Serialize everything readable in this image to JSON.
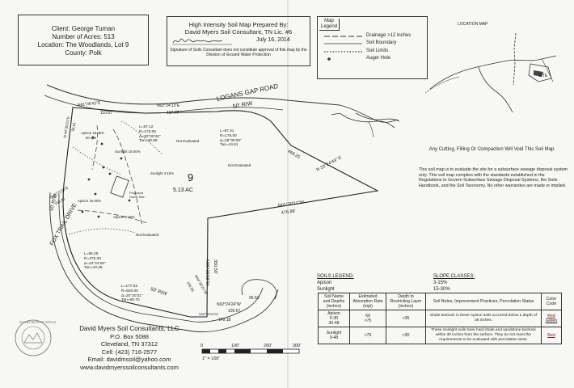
{
  "client_box": {
    "client": "Client: George Tuman",
    "acres": "Number of Acres: 513",
    "location": "Location: The Woodlands, Lot 9",
    "county": "County: Polk"
  },
  "title_box": {
    "line1": "High Intensity Soil Map Prepared By:",
    "line2": "David Myers Soil Consultant, TN Lic. #6",
    "date": "July 16, 2014",
    "disclaimer": "Signature of Soils Consultant does not constitute approval of this map by the Division of Ground Water Protection"
  },
  "map_legend": {
    "heading": "Map Legend",
    "items": [
      {
        "label": "Drainage >12 inches"
      },
      {
        "label": "Soil Boundary"
      },
      {
        "label": "Soil Limits"
      },
      {
        "label": "Auger Hole"
      }
    ]
  },
  "location_map": {
    "title": "LOCATION MAP",
    "site": "SITE"
  },
  "roads": {
    "logans": "LOGANS GAP ROAD",
    "logans_row": "50' R/W",
    "fox_trail": "FOX TRAIL DRIVE",
    "fox_row": "50' R/W",
    "fox_row2": "50' R/W"
  },
  "plat": {
    "lot": "9",
    "acres": "5.13 AC",
    "not_evaluated": [
      "Not Evaluated",
      "Not Evaluated",
      "Not Evaluated"
    ],
    "proposed_home": "Proposed Home Site",
    "bearings": {
      "b1": "N61°06'42\"E",
      "b2": "110.67",
      "b3": "N02°24'13\"E",
      "b4": "137.77",
      "b5": "N 23°24'44\" E",
      "b6": "469.25",
      "b7": "N01°30'11\"W",
      "b8": "476.88'",
      "b9": "N06°25'58\"W",
      "b10": "350.50'",
      "b11": "N02°24'24\"W",
      "b12": "105.67",
      "b13": "149.18",
      "b14": "96.53",
      "b15": "N44°35'21\"W",
      "b16": "106.55",
      "b17": "N 44°35'21\"E",
      "b18": "56.61",
      "b19": "N08°21'05\"E",
      "b20": "153.25",
      "b21": "N06°25'04\"W"
    },
    "curves": {
      "c1": [
        "L=87.12",
        "R=175.00",
        "Δ=20°00'44\"",
        "Tan=30.88"
      ],
      "c2": [
        "L=87.31",
        "R=175.00",
        "Δ=28°35'29\"",
        "Tan=44.61"
      ],
      "c3": [
        "L=86.29",
        "R=475.00",
        "Δ=10°24'29\"",
        "Tan=43.26"
      ],
      "c4": [
        "L=177.52",
        "R=500.00",
        "Δ=20°20'31\"",
        "Tan=89.70"
      ]
    },
    "samples": [
      "Apison 15-30%",
      "60 ape",
      "Sunlight 15-30%",
      "Sunlight 3-15%",
      "Apison 15-30%",
      "Apison 3-15%"
    ]
  },
  "cutting_warning": "Any Cutting, Filling Or Compaction Will Void This Soil Map",
  "map_note": "This soil map is to evaluate the site for a subsurface sewage disposal system only. This soil map complies with the standards established in the Regulations to Govern Subsurface Sewage Disposal Systems, the Soils Handbook, and the Soil Taxonomy. No other warranties are made or implied.",
  "soils_legend": {
    "heading": "SOILS LEGEND:",
    "items": [
      "Apison",
      "Sunlight"
    ]
  },
  "slope_classes": {
    "heading": "SLOPE CLASSES:",
    "items": [
      "3-15%",
      "15-30%"
    ]
  },
  "soil_table": {
    "headers": [
      "Soil Name and Depths (inches)",
      "Estimated Absorption Rate (mpi)",
      "Depth to Restricting Layer (inches)",
      "Soil Notes, Improvement Practices, Percolation Status",
      "Color Code"
    ],
    "rows": [
      {
        "name": "Apison",
        "depths": [
          "0-30",
          "30-48"
        ],
        "rates": [
          "60",
          ">75"
        ],
        "depth": ">36",
        "note": "Shale bedrock in these Apison soils occurred below a depth of 36 inches.",
        "colors": [
          "Red",
          "Green"
        ]
      },
      {
        "name": "Sunlight",
        "depths": [
          "0-48"
        ],
        "rates": [
          ">75"
        ],
        "depth": "<30",
        "note": "These Sunlight soils have hard shale and sandstone bedrock within 30 inches from the surface. They do not meet the requirements to be evaluated with percolation tests.",
        "colors": [
          "Red"
        ]
      }
    ]
  },
  "company": {
    "name": "David Myers Soil Consultants, LLC",
    "po_box": "P.O. Box 5088",
    "city": "Cleveland, TN 37312",
    "cell": "Cell: (423) 716-2577",
    "email": "Email: davidmsoil@yahoo.com",
    "web": "www.davidmyerssoilconsultants.com",
    "seal": "DAVID MYERS SOILS"
  },
  "scale": {
    "labels": [
      "0",
      "100'",
      "200'",
      "300'"
    ],
    "ratio": "1\" = 100'"
  }
}
